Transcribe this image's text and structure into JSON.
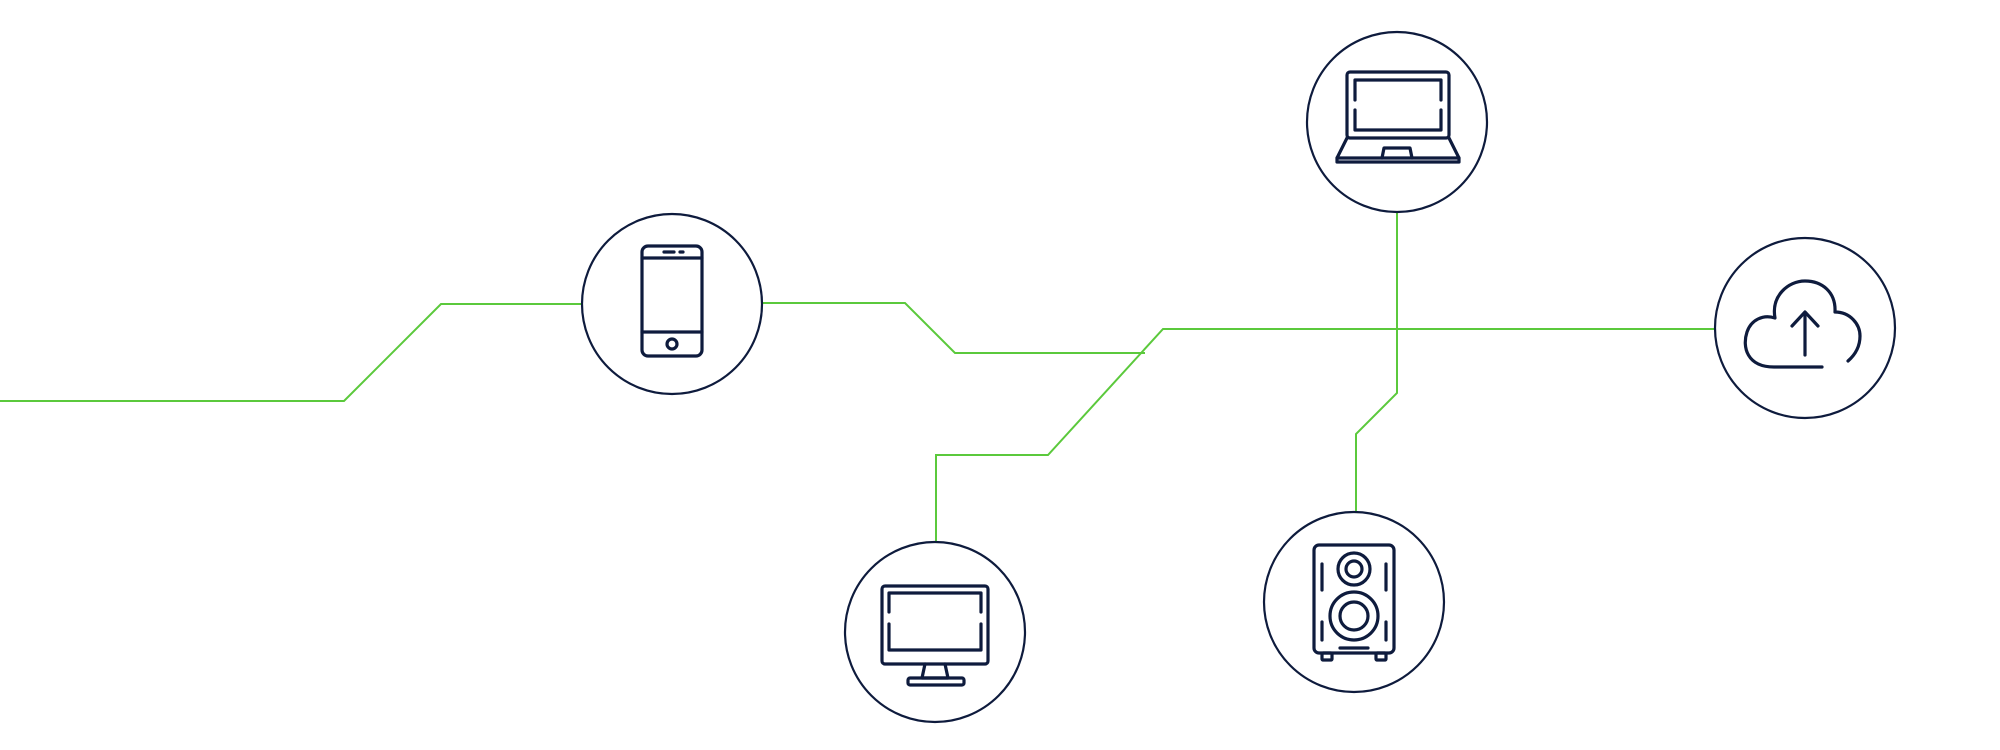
{
  "colors": {
    "connector": "#5bc93c",
    "node_outline": "#0e1b3d",
    "background": "#ffffff"
  },
  "nodes": [
    {
      "id": "smartphone",
      "icon": "smartphone-icon"
    },
    {
      "id": "laptop",
      "icon": "laptop-icon"
    },
    {
      "id": "cloud-upload",
      "icon": "cloud-upload-icon"
    },
    {
      "id": "monitor",
      "icon": "monitor-icon"
    },
    {
      "id": "speaker",
      "icon": "speaker-icon"
    }
  ]
}
